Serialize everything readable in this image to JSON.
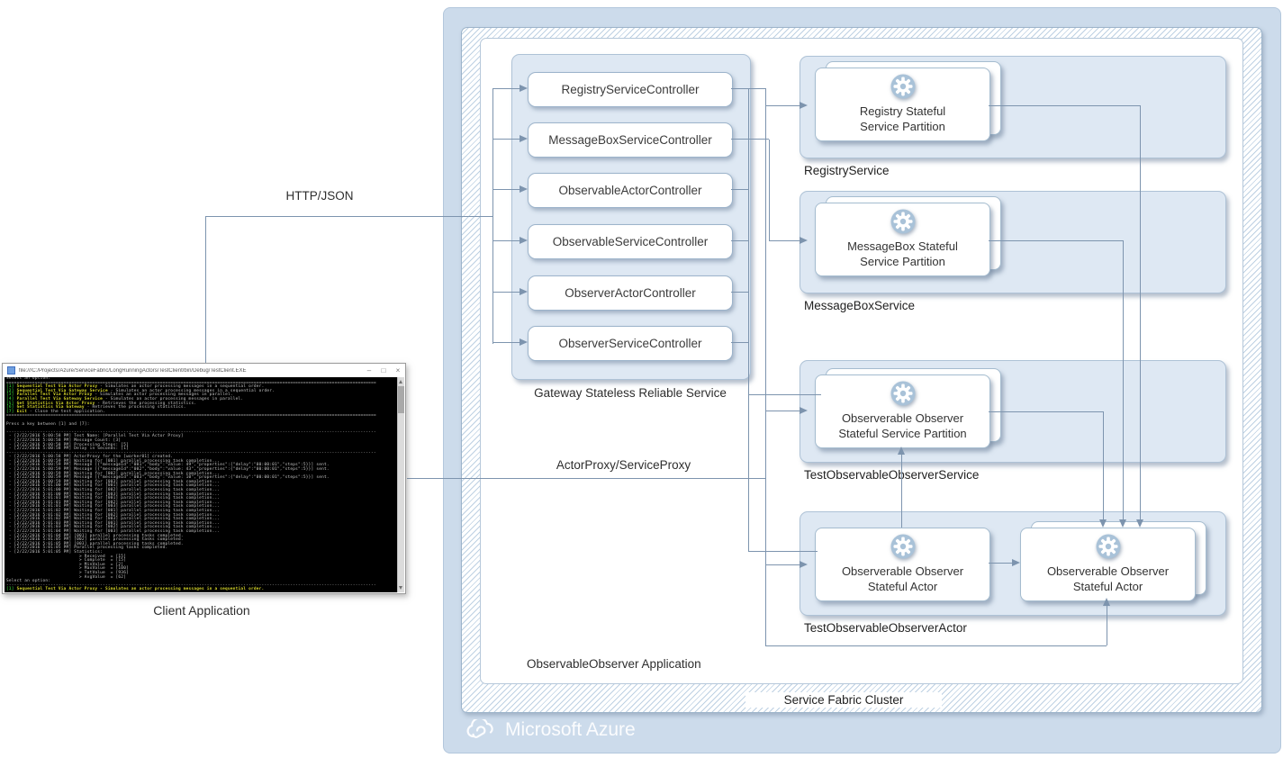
{
  "diagram": {
    "azure_brand": "Microsoft Azure",
    "cluster_label": "Service Fabric Cluster",
    "application_label": "ObservableObserver Application",
    "gateway_label": "Gateway Stateless Reliable Service",
    "client_label": "Client Application",
    "edge_labels": {
      "http": "HTTP/JSON",
      "proxy": "ActorProxy/ServiceProxy"
    },
    "controllers": [
      "RegistryServiceController",
      "MessageBoxServiceController",
      "ObservableActorController",
      "ObservableServiceController",
      "ObserverActorController",
      "ObserverServiceController"
    ],
    "services": [
      {
        "label": "RegistryService",
        "cards": [
          {
            "lines": [
              "Registry Stateful",
              "Service Partition"
            ],
            "stacked": true
          }
        ]
      },
      {
        "label": "MessageBoxService",
        "cards": [
          {
            "lines": [
              "MessageBox Stateful",
              "Service Partition"
            ],
            "stacked": true
          }
        ]
      },
      {
        "label": "TestObservableObserverService",
        "cards": [
          {
            "lines": [
              "Observerable Observer",
              "Stateful Service Partition"
            ],
            "stacked": true
          }
        ]
      },
      {
        "label": "TestObservableObserverActor",
        "cards": [
          {
            "lines": [
              "Observerable Observer",
              "Stateful Actor"
            ],
            "stacked": false
          },
          {
            "lines": [
              "Observerable Observer",
              "Stateful Actor"
            ],
            "stacked": true
          }
        ]
      }
    ],
    "colors": {
      "azure_fill": "#ccdbeb",
      "container_fill": "#dee8f3",
      "hatch_stripe": "#bed1e3",
      "connector": "#7d94ae",
      "gear_circle": "#a9c2d8"
    }
  },
  "console": {
    "title": "file:///C:/Projects/Azure/ServiceFabric/LongRunningActors/TestClient/bin/Debug/TestClient.EXE",
    "buttons": {
      "minimize": "–",
      "maximize": "□",
      "close": "×"
    },
    "colors": {
      "background": "#000000",
      "text": "#c8c8c8",
      "option_number": "#2db52d",
      "option_title": "#d6d62a"
    },
    "lines": [
      [
        [
          "w",
          "Select an option:"
        ]
      ],
      [
        [
          "w",
          "=============================================================================================================================================="
        ]
      ],
      [
        [
          "g",
          "[1] "
        ],
        [
          "y",
          "Sequential Test Via Actor Proxy"
        ],
        [
          "w",
          " - Simulates an actor processing messages in a sequential order."
        ]
      ],
      [
        [
          "g",
          "[2] "
        ],
        [
          "y",
          "Sequential Test Via Gateway Service"
        ],
        [
          "w",
          " - Simulates an actor processing messages in a sequential order."
        ]
      ],
      [
        [
          "g",
          "[3] "
        ],
        [
          "y",
          "Parallel Test Via Actor Proxy"
        ],
        [
          "w",
          " - Simulates an actor processing messages in parallel."
        ]
      ],
      [
        [
          "g",
          "[4] "
        ],
        [
          "y",
          "Parallel Test Via Gateway Service"
        ],
        [
          "w",
          " - Simulates an actor processing messages in parallel."
        ]
      ],
      [
        [
          "g",
          "[5] "
        ],
        [
          "y",
          "Get Statistics Via Actor Proxy"
        ],
        [
          "w",
          " - Retrieves the processing statistics."
        ]
      ],
      [
        [
          "g",
          "[6] "
        ],
        [
          "y",
          "Get Statistics Via Gateway"
        ],
        [
          "w",
          " - Retrieves the processing statistics."
        ]
      ],
      [
        [
          "g",
          "[7] "
        ],
        [
          "y",
          "Exit"
        ],
        [
          "w",
          " - Close the test application."
        ]
      ],
      [
        [
          "w",
          "=============================================================================================================================================="
        ]
      ],
      [
        [
          "w",
          ""
        ]
      ],
      [
        [
          "w",
          "Press a key between [1] and [7]:"
        ]
      ],
      [
        [
          "w",
          ""
        ]
      ],
      [
        [
          "w",
          "----------------------------------------------------------------------------------------------------------------------------------------------"
        ]
      ],
      [
        [
          "w",
          " - [2/22/2016 5:00:58 PM] Test Name: [Parallel Test Via Actor Proxy]"
        ]
      ],
      [
        [
          "w",
          " - [2/22/2016 5:00:58 PM] Message Count: [3]"
        ]
      ],
      [
        [
          "w",
          " - [2/22/2016 5:00:58 PM] Processing Steps: [5]"
        ]
      ],
      [
        [
          "w",
          " - [2/22/2016 5:00:58 PM] Delay in Seconds: [1]"
        ]
      ],
      [
        [
          "w",
          "----------------------------------------------------------------------------------------------------------------------------------------------"
        ]
      ],
      [
        [
          "w",
          " - [2/22/2016 5:00:58 PM] ActorProxy for the [worker01] created."
        ]
      ],
      [
        [
          "w",
          " - [2/22/2016 5:00:59 PM] Waiting for [001] parallel processing task completion..."
        ]
      ],
      [
        [
          "w",
          " - [2/22/2016 5:00:59 PM] Message [{\"messageId\":\"001\",\"body\":\"value: 49\",\"properties\":{\"delay\":\"00:00:01\",\"steps\":5}}] sent."
        ]
      ],
      [
        [
          "w",
          " - [2/22/2016 5:00:59 PM] Message [{\"messageId\":\"002\",\"body\":\"value: 43\",\"properties\":{\"delay\":\"00:00:01\",\"steps\":5}}] sent."
        ]
      ],
      [
        [
          "w",
          " - [2/22/2016 5:00:59 PM] Waiting for [002] parallel processing task completion..."
        ]
      ],
      [
        [
          "w",
          " - [2/22/2016 5:00:59 PM] Message [{\"messageId\":\"003\",\"body\":\"value: 10\",\"properties\":{\"delay\":\"00:00:01\",\"steps\":5}}] sent."
        ]
      ],
      [
        [
          "w",
          " - [2/22/2016 5:00:59 PM] Waiting for [003] parallel processing task completion..."
        ]
      ],
      [
        [
          "w",
          " - [2/22/2016 5:01:00 PM] Waiting for [001] parallel processing task completion..."
        ]
      ],
      [
        [
          "w",
          " - [2/22/2016 5:01:00 PM] Waiting for [002] parallel processing task completion..."
        ]
      ],
      [
        [
          "w",
          " - [2/22/2016 5:01:00 PM] Waiting for [003] parallel processing task completion..."
        ]
      ],
      [
        [
          "w",
          " - [2/22/2016 5:01:01 PM] Waiting for [001] parallel processing task completion..."
        ]
      ],
      [
        [
          "w",
          " - [2/22/2016 5:01:01 PM] Waiting for [002] parallel processing task completion..."
        ]
      ],
      [
        [
          "w",
          " - [2/22/2016 5:01:01 PM] Waiting for [003] parallel processing task completion..."
        ]
      ],
      [
        [
          "w",
          " - [2/22/2016 5:01:02 PM] Waiting for [001] parallel processing task completion..."
        ]
      ],
      [
        [
          "w",
          " - [2/22/2016 5:01:02 PM] Waiting for [002] parallel processing task completion..."
        ]
      ],
      [
        [
          "w",
          " - [2/22/2016 5:01:02 PM] Waiting for [003] parallel processing task completion..."
        ]
      ],
      [
        [
          "w",
          " - [2/22/2016 5:01:03 PM] Waiting for [001] parallel processing task completion..."
        ]
      ],
      [
        [
          "w",
          " - [2/22/2016 5:01:03 PM] Waiting for [002] parallel processing task completion..."
        ]
      ],
      [
        [
          "w",
          " - [2/22/2016 5:01:04 PM] Waiting for [003] parallel processing task completion..."
        ]
      ],
      [
        [
          "w",
          " - [2/22/2016 5:01:04 PM] [001] parallel processing tasks completed."
        ]
      ],
      [
        [
          "w",
          " - [2/22/2016 5:01:05 PM] [002] parallel processing tasks completed."
        ]
      ],
      [
        [
          "w",
          " - [2/22/2016 5:01:05 PM] [003] parallel processing tasks completed."
        ]
      ],
      [
        [
          "w",
          " - [2/22/2016 5:01:05 PM] Parallel processing tasks completed."
        ]
      ],
      [
        [
          "w",
          " - [2/22/2016 5:01:05 PM] Statistics:"
        ]
      ],
      [
        [
          "w",
          "                            > Received  = [15]"
        ]
      ],
      [
        [
          "w",
          "                            > Complete  = [15]"
        ]
      ],
      [
        [
          "w",
          "                            > MinValue  = [2]"
        ]
      ],
      [
        [
          "w",
          "                            > MaxValue  = [100]"
        ]
      ],
      [
        [
          "w",
          "                            > TotValue  = [936]"
        ]
      ],
      [
        [
          "w",
          "                            > AvgValue  = [62]"
        ]
      ],
      [
        [
          "w",
          "Select an option:"
        ]
      ],
      [
        [
          "w",
          "----------------------------------------------------------------------------------------------------------------------------------------------"
        ]
      ],
      [
        [
          "g",
          "[1] "
        ],
        [
          "y",
          "Sequential Test Via Actor Proxy - Simulates an actor processing messages in a sequential order."
        ]
      ]
    ]
  }
}
